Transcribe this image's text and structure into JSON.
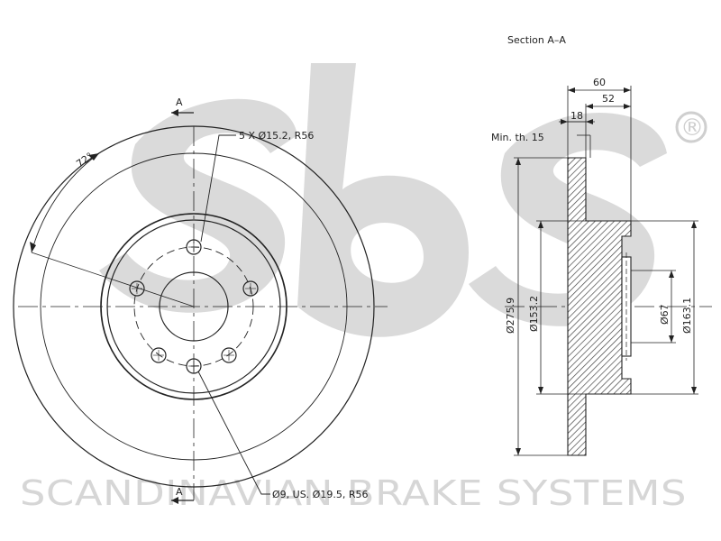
{
  "watermark": {
    "logo": "sbs",
    "company": "SCANDINAVIAN BRAKE SYSTEMS",
    "registered_mark": "®",
    "color": "#d4d4d4"
  },
  "front_view": {
    "section_marker": "A",
    "holes_note": "5 X Ø15.2, R56",
    "angle_label": "72°",
    "hub_note": "Ø9, US. Ø19.5, R56"
  },
  "section_view": {
    "title": "Section A–A",
    "dim_total_width": "60",
    "dim_hat_width": "52",
    "dim_disc_thickness": "18",
    "min_thickness_label": "Min. th. 15",
    "dia_outer": "Ø275.9",
    "dia_inner": "Ø153.2",
    "dia_center_bore": "Ø67",
    "dia_hat": "Ø163.1"
  },
  "colors": {
    "line": "#222222",
    "hatch": "#444444",
    "watermark": "#d4d4d4"
  }
}
